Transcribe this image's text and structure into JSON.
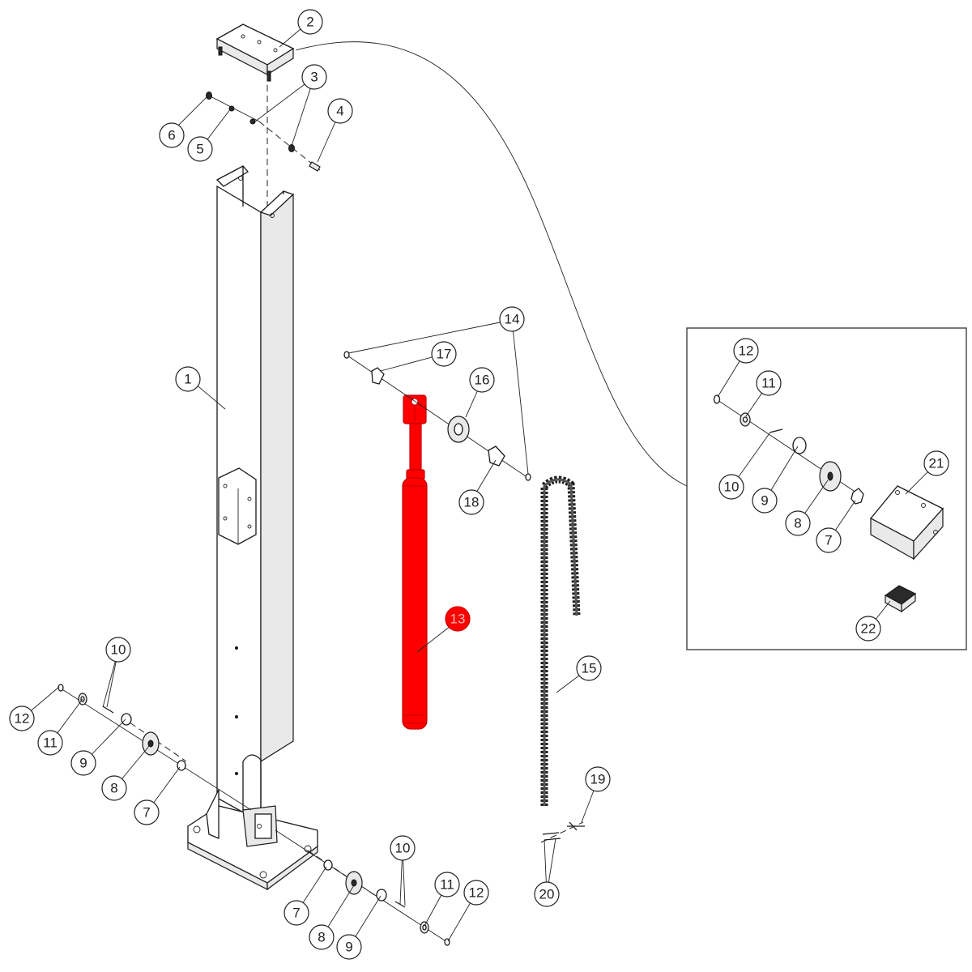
{
  "callouts": {
    "c1": "1",
    "c2": "2",
    "c3": "3",
    "c4": "4",
    "c5": "5",
    "c6": "6",
    "c7a": "7",
    "c7b": "7",
    "c7c": "7",
    "c8a": "8",
    "c8b": "8",
    "c8c": "8",
    "c9a": "9",
    "c9b": "9",
    "c9c": "9",
    "c10a": "10",
    "c10b": "10",
    "c10c": "10",
    "c11a": "11",
    "c11b": "11",
    "c11c": "11",
    "c12a": "12",
    "c12b": "12",
    "c12c": "12",
    "c13": "13",
    "c14": "14",
    "c15": "15",
    "c16": "16",
    "c17": "17",
    "c18": "18",
    "c19": "19",
    "c20": "20",
    "c21": "21",
    "c22": "22"
  },
  "highlight": {
    "part": "13",
    "color": "#ff0000"
  }
}
